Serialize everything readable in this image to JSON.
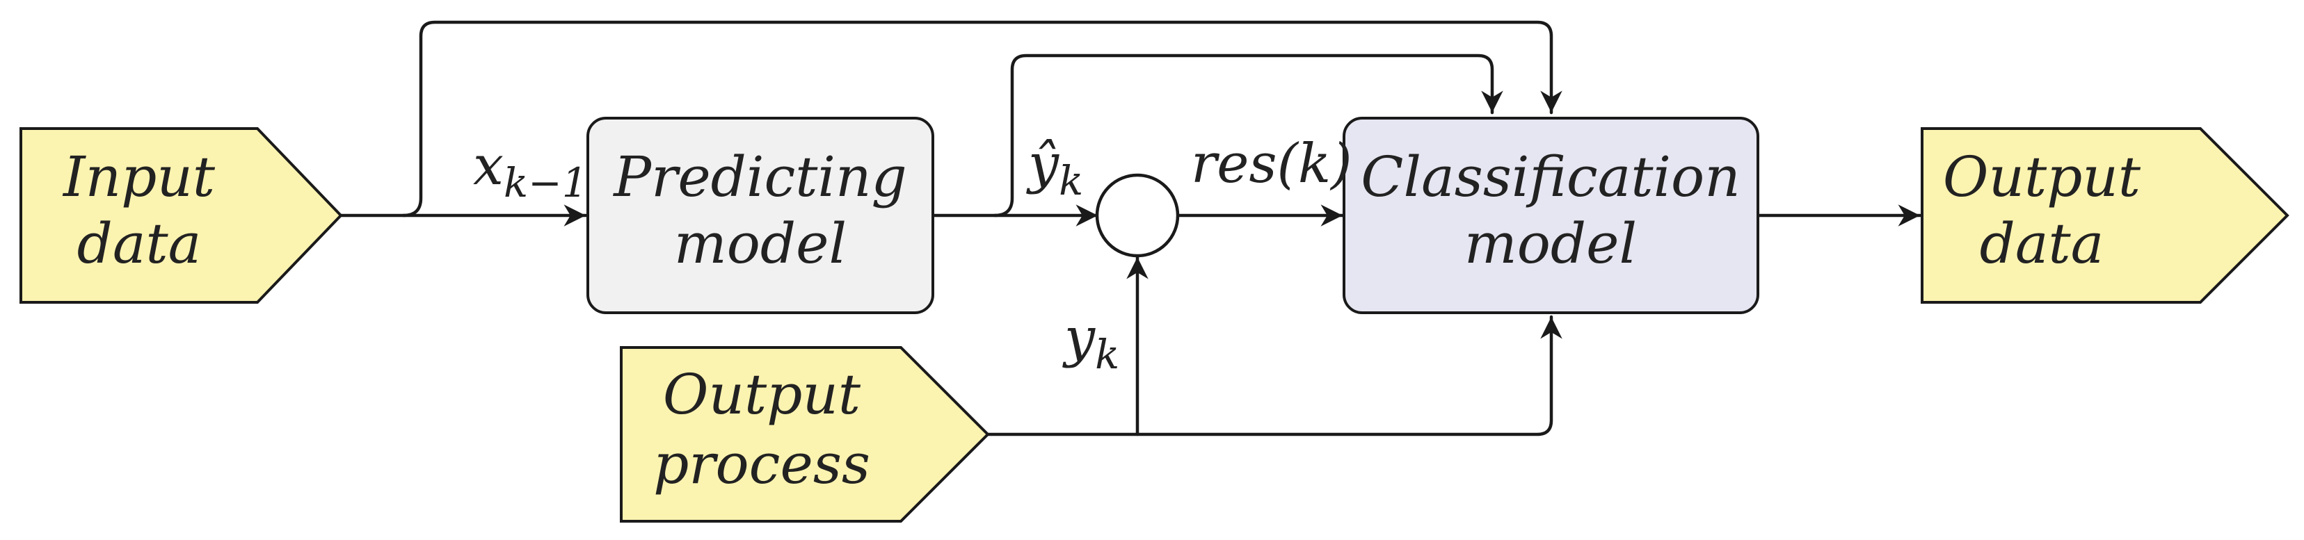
{
  "colors": {
    "io_fill": "#fbf3b0",
    "predicting_fill": "#f1f1f1",
    "classification_fill": "#e6e6f2",
    "stroke": "#1a1a1a"
  },
  "nodes": {
    "input_data": {
      "line1": "Input",
      "line2": "data"
    },
    "predicting_model": {
      "line1": "Predicting",
      "line2": "model"
    },
    "classification_model": {
      "line1": "Classification",
      "line2": "model"
    },
    "output_data": {
      "line1": "Output",
      "line2": "data"
    },
    "output_process": {
      "line1": "Output",
      "line2": "process"
    }
  },
  "edge_labels": {
    "x": {
      "base": "x",
      "sub": "k−1"
    },
    "yhat": {
      "base": "ŷ",
      "sub": "k"
    },
    "res": "res(k)",
    "y": {
      "base": "y",
      "sub": "k"
    }
  }
}
